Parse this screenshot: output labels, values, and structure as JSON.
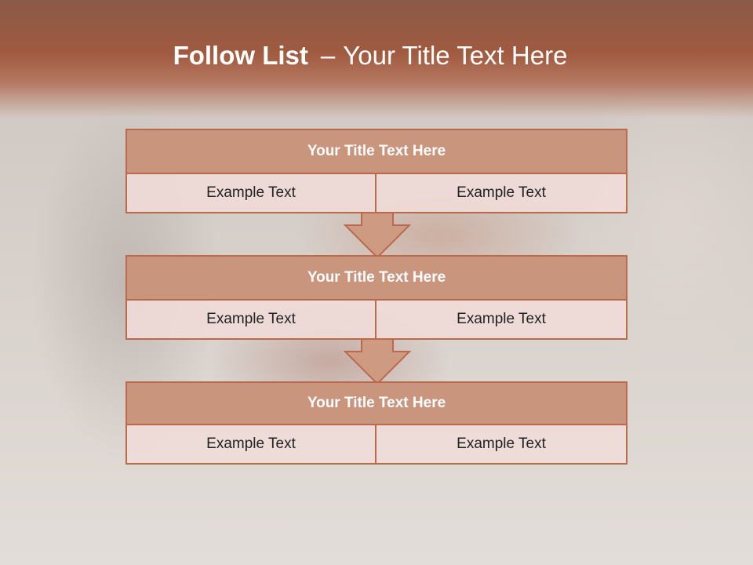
{
  "slide": {
    "title_bold": "Follow List",
    "title_dash": "–",
    "title_rest": "Your Title Text Here"
  },
  "blocks": [
    {
      "title": "Your Title Text Here",
      "left": "Example Text",
      "right": "Example Text"
    },
    {
      "title": "Your Title Text Here",
      "left": "Example Text",
      "right": "Example Text"
    },
    {
      "title": "Your Title Text Here",
      "left": "Example Text",
      "right": "Example Text"
    }
  ],
  "colors": {
    "title_band": "#a05a3f",
    "header_fill": "#ca957d",
    "border": "#b96a4c",
    "cell_fill": "#f0dcd8",
    "arrow_fill": "#cf9a82"
  }
}
